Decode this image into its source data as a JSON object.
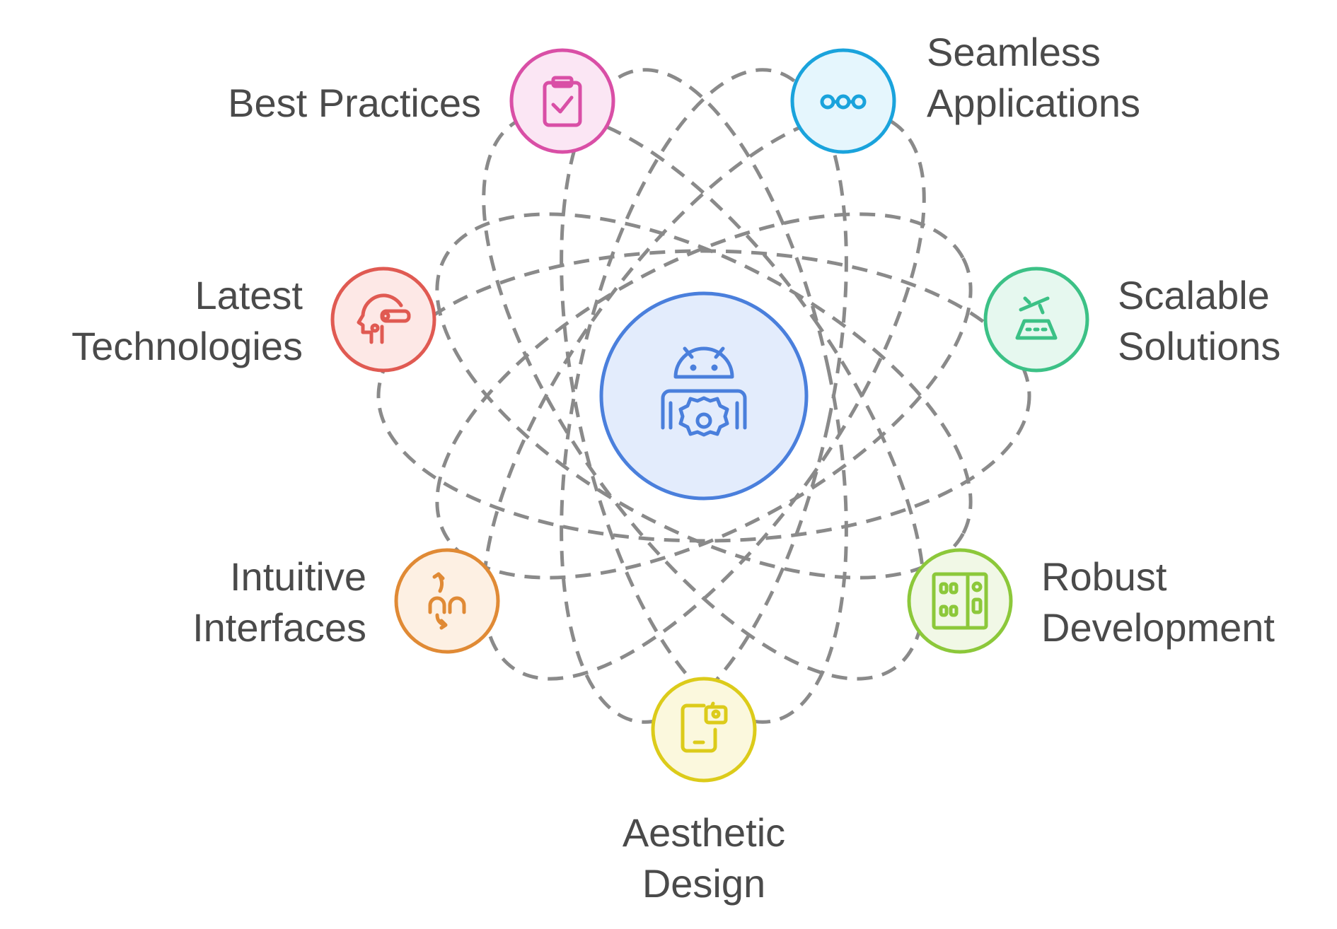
{
  "diagram": {
    "colors": {
      "orbit": "#8a8a8a",
      "text": "#4a4a4a",
      "center_fill": "#e3ecfc",
      "center_stroke": "#4a7fdc"
    },
    "center": {
      "icon": "android-gear-icon"
    },
    "nodes": [
      {
        "id": "best-practices",
        "lines": [
          "Best Practices"
        ],
        "icon": "clipboard-check-icon",
        "stroke": "#d94fa6",
        "fill": "#fbe6f4"
      },
      {
        "id": "seamless-applications",
        "lines": [
          "Seamless",
          "Applications"
        ],
        "icon": "connected-dots-icon",
        "stroke": "#1aa3dc",
        "fill": "#e5f6fd"
      },
      {
        "id": "latest-technologies",
        "lines": [
          "Latest",
          "Technologies"
        ],
        "icon": "vr-headset-icon",
        "stroke": "#e05a52",
        "fill": "#fde8e6"
      },
      {
        "id": "scalable-solutions",
        "lines": [
          "Scalable",
          "Solutions"
        ],
        "icon": "airplane-runway-icon",
        "stroke": "#3cc186",
        "fill": "#e6f8ef"
      },
      {
        "id": "intuitive-interfaces",
        "lines": [
          "Intuitive",
          "Interfaces"
        ],
        "icon": "exchange-people-icon",
        "stroke": "#e08a35",
        "fill": "#fdf0e3"
      },
      {
        "id": "robust-development",
        "lines": [
          "Robust",
          "Development"
        ],
        "icon": "circuit-board-icon",
        "stroke": "#8cc83a",
        "fill": "#f1f8e6"
      },
      {
        "id": "aesthetic-design",
        "lines": [
          "Aesthetic",
          "Design"
        ],
        "icon": "tablet-camera-icon",
        "stroke": "#dccb1a",
        "fill": "#fbf8dd"
      }
    ]
  }
}
